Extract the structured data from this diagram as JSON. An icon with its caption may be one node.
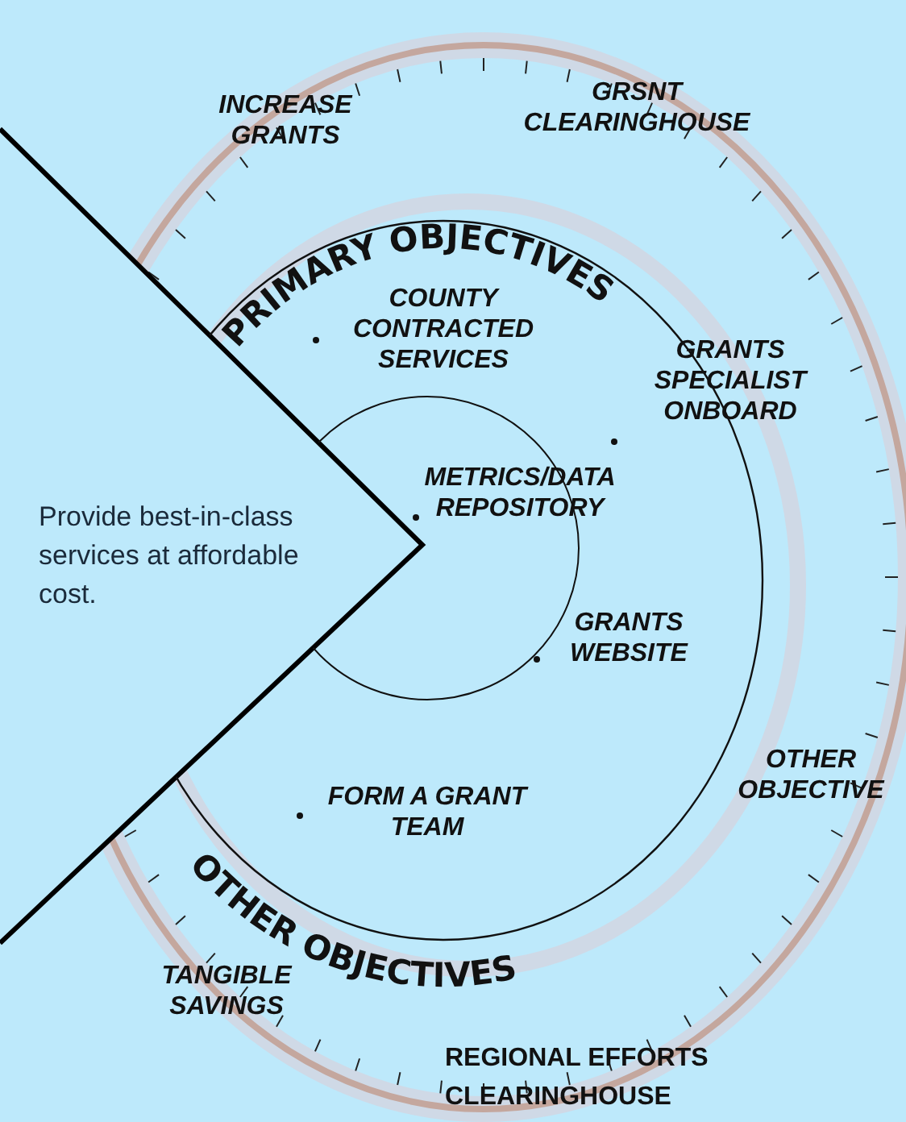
{
  "diagram": {
    "nodes": [
      {
        "text": [
          "Provide best-in-class services at affordable cost."
        ]
      },
      {
        "text": [
          "PRIMARY OBJECTIVES",
          "OTHER OBJECTIVES"
        ]
      },
      {
        "text": [
          "METRICS/DATA REPOSITORY"
        ],
        "in": 1
      }
    ],
    "labels": [
      "INCREASE GRANTS",
      "GRSNT CLEARINGHOUSE",
      "COUNTY CONTRACTED SERVICES",
      "GRANTS SPECIALIST ONBOARD",
      "GRANTS WEBSITE",
      "OTHER OBJECTIVE",
      "FORM A GRANT TEAM",
      "TANGIBLE SAVINGS",
      "REGIONAL EFFORTS CLEARINGHOUSE"
    ]
  }
}
